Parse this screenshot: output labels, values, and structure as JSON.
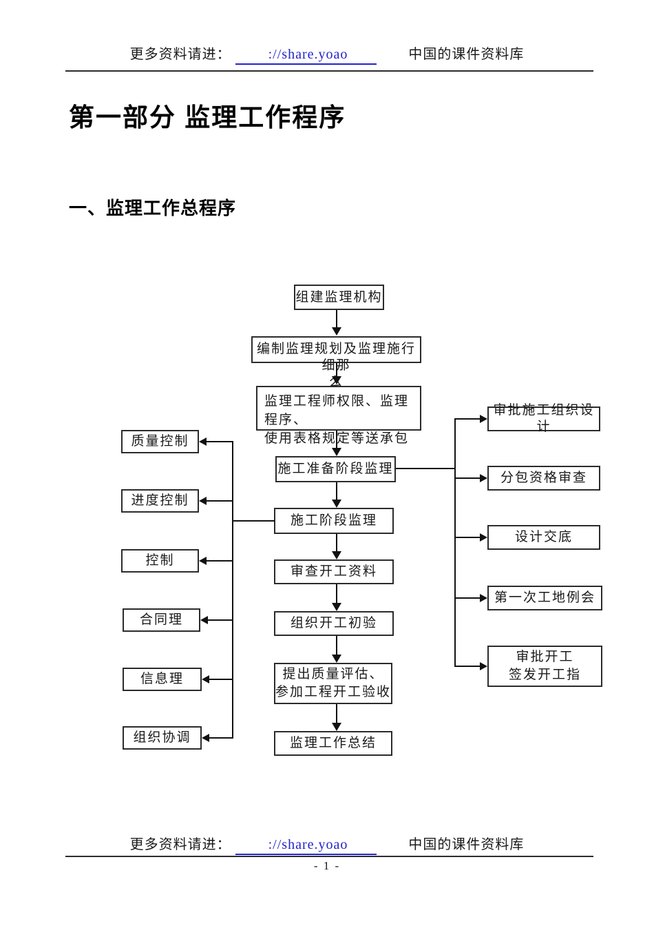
{
  "header": {
    "prefix": "更多资料请进：",
    "link": "://share.yoao",
    "suffix": "中国的课件资料库"
  },
  "title": "第一部分 监理工作程序",
  "section_heading": "一、监理工作总程序",
  "flowchart": {
    "main": [
      "组建监理机构",
      "编制监理规划及监理施行细那\n么",
      "监理工程师权限、监理程序、\n使用表格规定等送承包",
      "施工准备阶段监理",
      "施工阶段监理",
      "审查开工资料",
      "组织开工初验",
      "提出质量评估、\n参加工程开工验收",
      "监理工作总结"
    ],
    "left": [
      "质量控制",
      "进度控制",
      "控制",
      "合同理",
      "信息理",
      "组织协调"
    ],
    "right": [
      "审批施工组织设计",
      "分包资格审查",
      "设计交底",
      "第一次工地例会",
      "审批开工\n签发开工指"
    ]
  },
  "footer": {
    "prefix": "更多资料请进：",
    "link": "://share.yoao",
    "suffix": "中国的课件资料库",
    "page_number": "- 1 -"
  },
  "colors": {
    "link": "#2222cc",
    "line": "#111111"
  }
}
